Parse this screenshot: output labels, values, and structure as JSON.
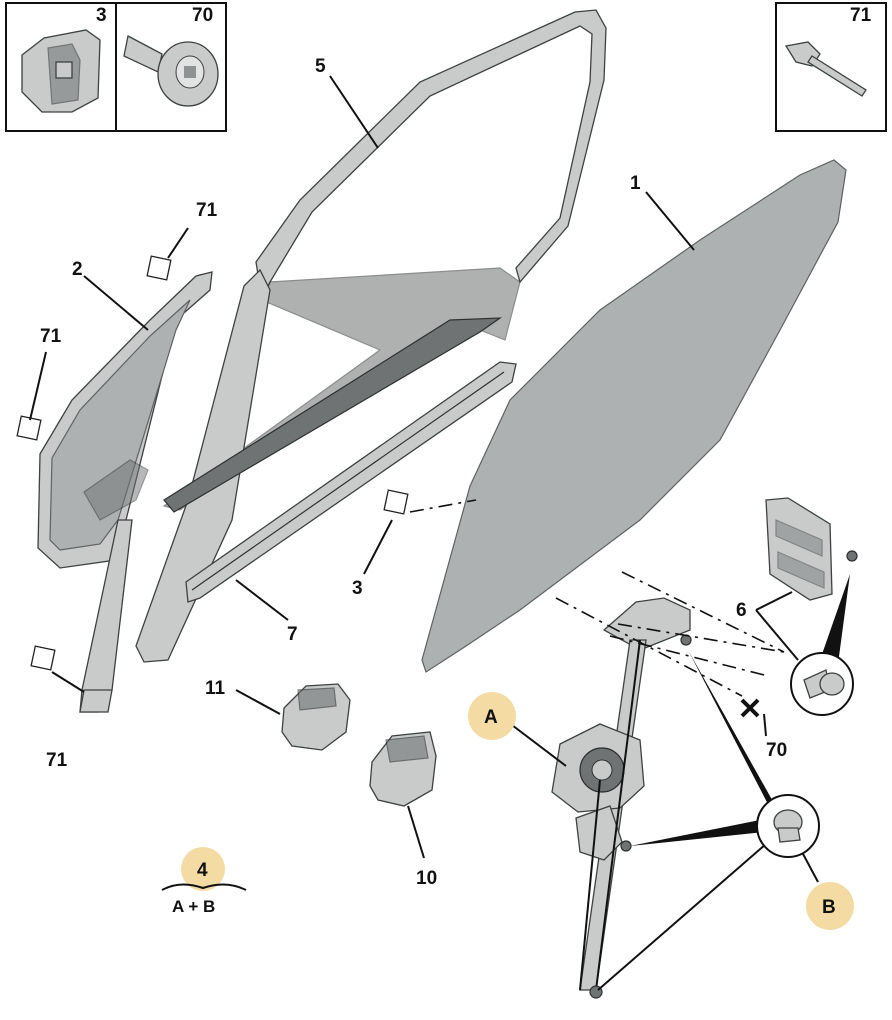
{
  "callouts": {
    "n1": "1",
    "n2": "2",
    "n3": "3",
    "n5": "5",
    "n6": "6",
    "n7": "7",
    "n10": "10",
    "n11": "11",
    "n70": "70",
    "n71": "71"
  },
  "insets": {
    "clip": "3",
    "screw": "70",
    "rivet": "71"
  },
  "badges": {
    "a": "A",
    "b": "B"
  },
  "kit": {
    "number": "4",
    "formula": "A + B"
  },
  "colors": {
    "badge": "#f4dba4",
    "glass": "#aeb1b1",
    "parts": "#c9cbcb"
  }
}
